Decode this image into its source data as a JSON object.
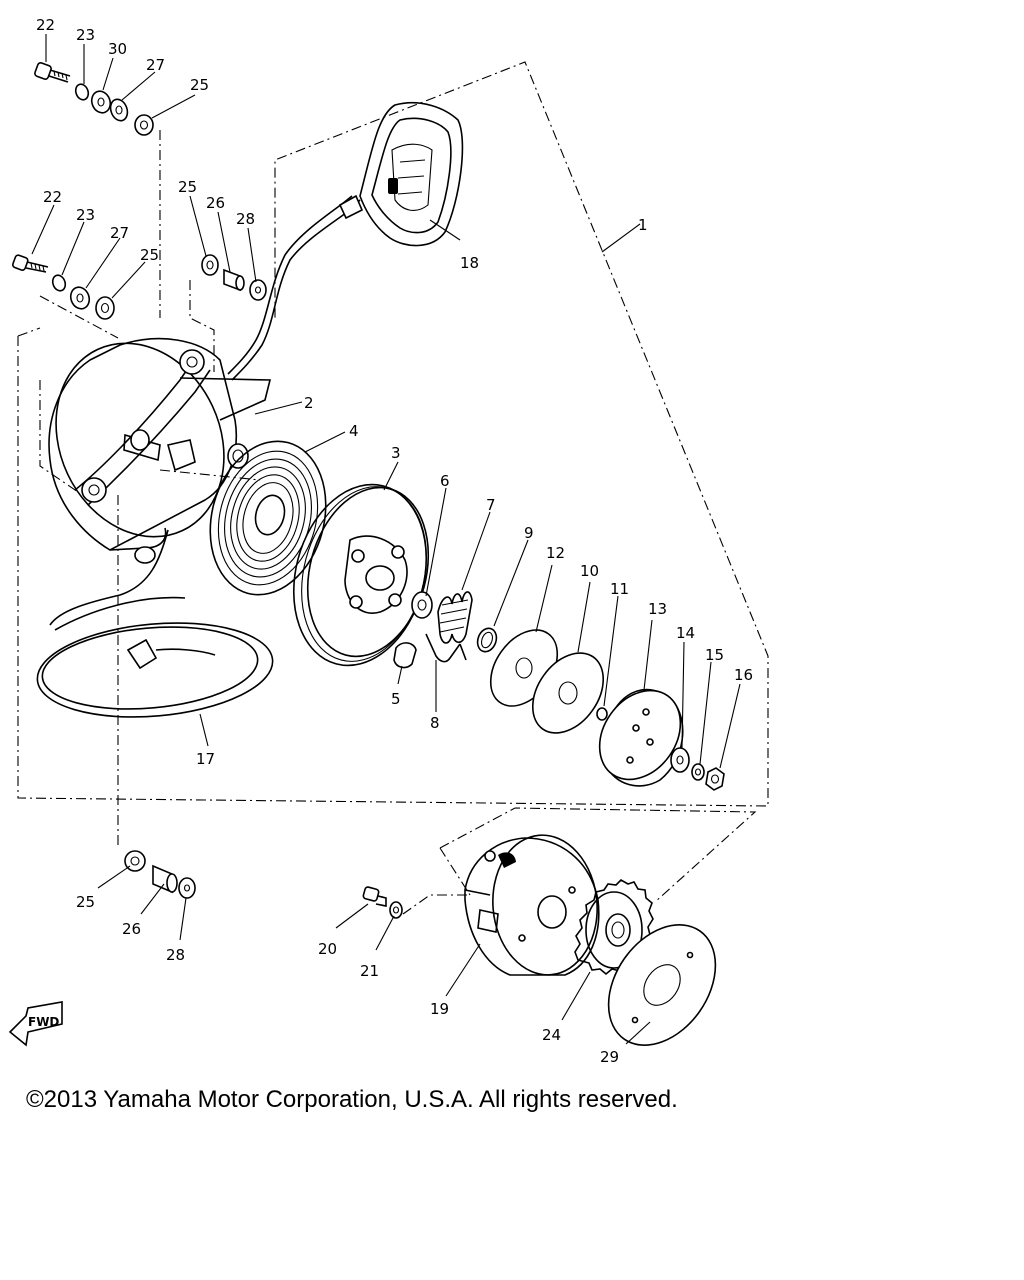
{
  "diagram": {
    "callouts": {
      "c1": "1",
      "c2": "2",
      "c3": "3",
      "c4": "4",
      "c5": "5",
      "c6": "6",
      "c7": "7",
      "c8": "8",
      "c9": "9",
      "c10": "10",
      "c11": "11",
      "c12": "12",
      "c13": "13",
      "c14": "14",
      "c15": "15",
      "c16": "16",
      "c17": "17",
      "c18": "18",
      "c19": "19",
      "c20": "20",
      "c21": "21",
      "c22a": "22",
      "c22b": "22",
      "c23a": "23",
      "c23b": "23",
      "c24": "24",
      "c25a": "25",
      "c25b": "25",
      "c25c": "25",
      "c25d": "25",
      "c26a": "26",
      "c26b": "26",
      "c27a": "27",
      "c27b": "27",
      "c28a": "28",
      "c28b": "28",
      "c29": "29",
      "c30": "30"
    },
    "fwd_label": "FWD"
  },
  "footer": {
    "copyright": "©2013 Yamaha Motor Corporation, U.S.A. All rights reserved."
  }
}
